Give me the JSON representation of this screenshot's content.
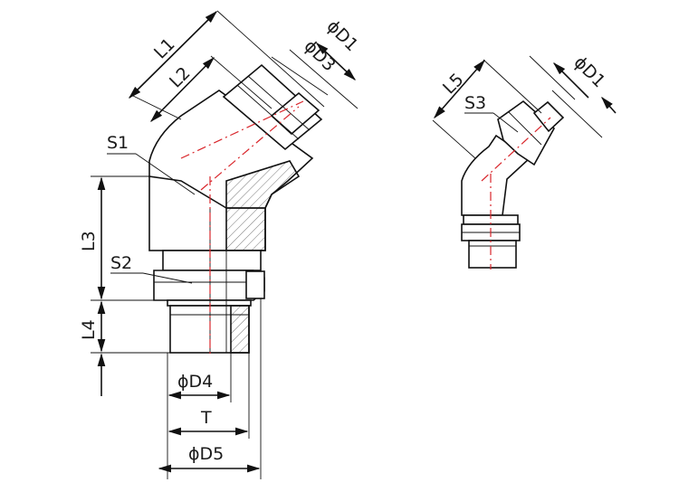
{
  "labels": {
    "l1": "L1",
    "l2": "L2",
    "l3": "L3",
    "l4": "L4",
    "l5": "L5",
    "s1": "S1",
    "s2": "S2",
    "s3": "S3",
    "d1_main": "ϕD1",
    "d3": "ϕD3",
    "d1_small": "ϕD1",
    "d4": "ϕD4",
    "t": "T",
    "d5": "ϕD5"
  },
  "colors": {
    "line": "#111111",
    "centerline": "#d9262b",
    "background": "#ffffff"
  }
}
